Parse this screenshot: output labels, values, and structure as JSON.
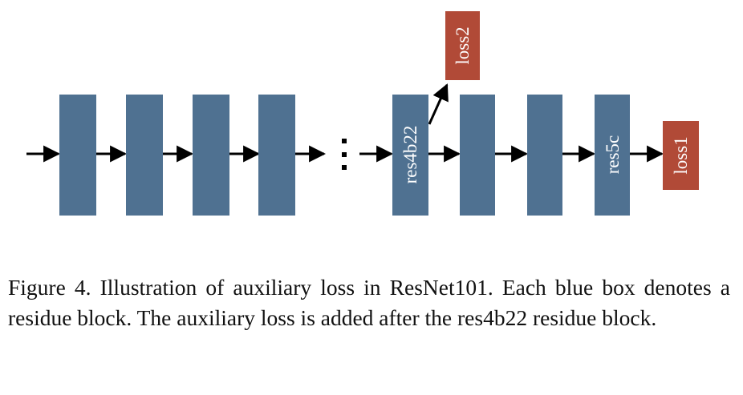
{
  "diagram": {
    "blocks": [
      {
        "label": ""
      },
      {
        "label": ""
      },
      {
        "label": ""
      },
      {
        "label": ""
      },
      {
        "label": "res4b22"
      },
      {
        "label": ""
      },
      {
        "label": ""
      },
      {
        "label": "res5c"
      }
    ],
    "loss2": {
      "label": "loss2"
    },
    "loss1": {
      "label": "loss1"
    },
    "colors": {
      "residue_block": "#4f7191",
      "loss_box": "#b14a37",
      "arrow": "#000000"
    }
  },
  "caption": {
    "text": "Figure 4. Illustration of auxiliary loss in ResNet101. Each blue box denotes a residue block. The auxiliary loss is added after the res4b22 residue block."
  }
}
